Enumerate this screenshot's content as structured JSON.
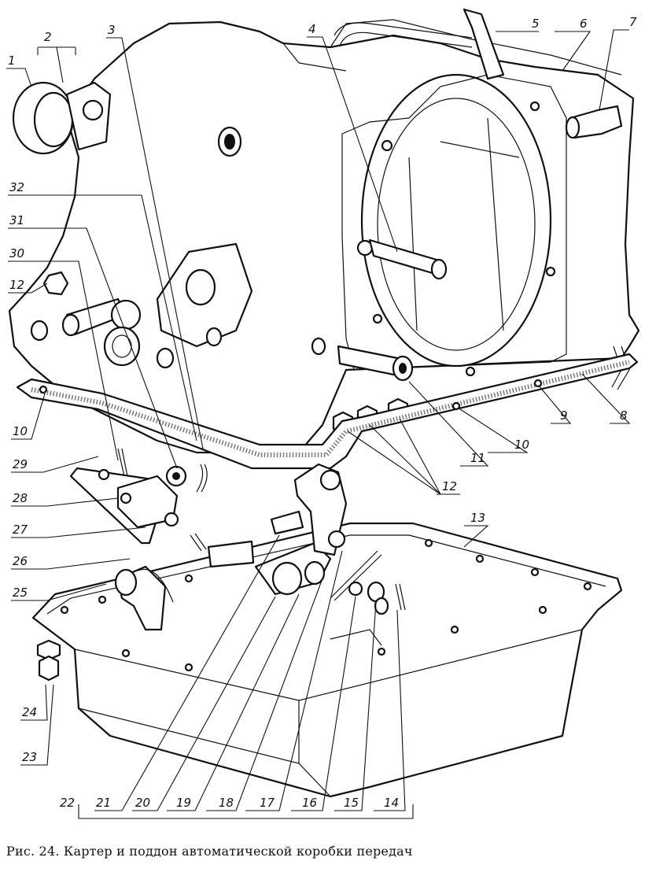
{
  "caption": "Рис. 24. Картер и поддон автоматической коробки передач",
  "labels": [
    "1",
    "2",
    "3",
    "4",
    "5",
    "6",
    "7",
    "8",
    "9",
    "10",
    "10",
    "11",
    "12",
    "12",
    "13",
    "14",
    "15",
    "16",
    "17",
    "18",
    "19",
    "20",
    "21",
    "22",
    "23",
    "24",
    "25",
    "26",
    "27",
    "28",
    "29",
    "30",
    "31",
    "32"
  ]
}
